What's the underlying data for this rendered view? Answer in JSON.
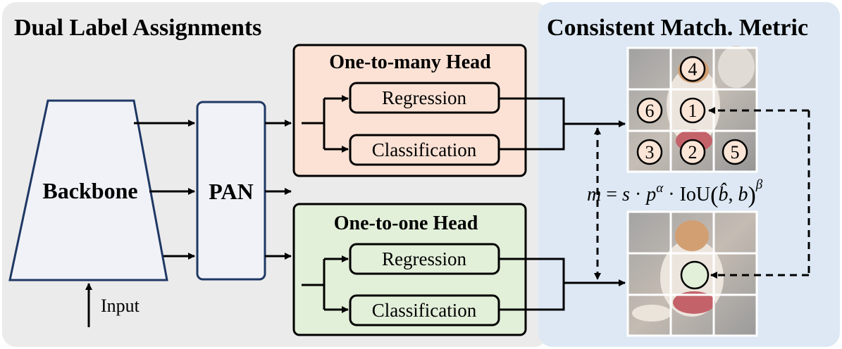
{
  "left_panel": {
    "title": "Dual Label Assignments"
  },
  "right_panel": {
    "title": "Consistent Match. Metric"
  },
  "backbone": {
    "label": "Backbone"
  },
  "input": {
    "label": "Input"
  },
  "pan": {
    "label": "PAN"
  },
  "one_to_many_head": {
    "title": "One-to-many Head",
    "regression": "Regression",
    "classification": "Classification"
  },
  "one_to_one_head": {
    "title": "One-to-one Head",
    "regression": "Regression",
    "classification": "Classification"
  },
  "metric_formula": {
    "m": "m",
    "eq": " = ",
    "s": "s",
    "dot1": " · ",
    "p": "p",
    "alpha": "α",
    "dot2": " · ",
    "iou": "IoU",
    "bhat": "b̂",
    "comma": ", ",
    "b": "b",
    "beta": "β"
  },
  "ranks": [
    "4",
    "6",
    "1",
    "3",
    "2",
    "5"
  ],
  "colors": {
    "left_panel_bg": "#ebebeb",
    "right_panel_bg": "#dde8f4",
    "backbone_fill": "#f0f2f8",
    "backbone_stroke": "#1f3864",
    "many_head_fill": "#fbe2d5",
    "one_head_fill": "#e2efd9",
    "rank_circle_fill": "#fbe5d6",
    "selected_circle_fill": "#e2efd9"
  }
}
